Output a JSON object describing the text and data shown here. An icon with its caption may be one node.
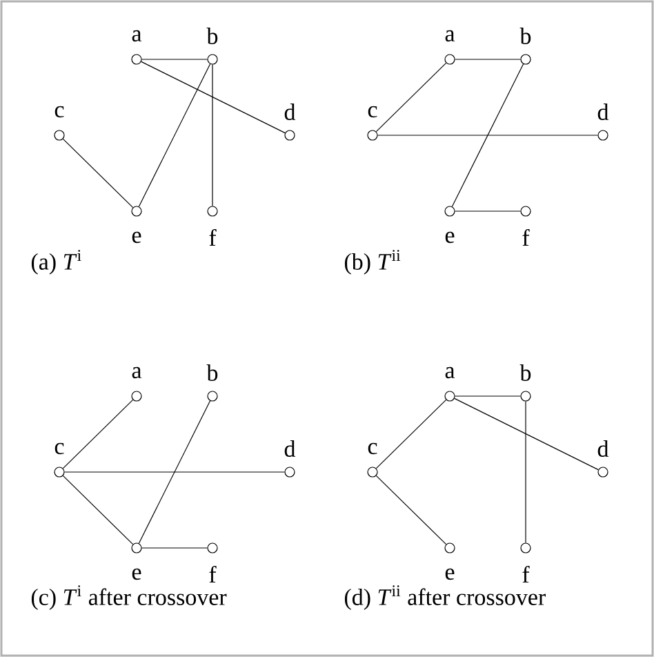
{
  "diagram": {
    "nodes": [
      {
        "text": [
          "a"
        ]
      },
      {
        "text": [
          "b"
        ]
      },
      {
        "text": [
          "c"
        ]
      },
      {
        "text": [
          "d"
        ]
      },
      {
        "text": [
          "e"
        ]
      },
      {
        "text": [
          "f"
        ]
      },
      {
        "text": [
          "a"
        ]
      },
      {
        "text": [
          "b"
        ]
      },
      {
        "text": [
          "c"
        ]
      },
      {
        "text": [
          "d"
        ]
      },
      {
        "text": [
          "e"
        ]
      },
      {
        "text": [
          "f"
        ]
      },
      {
        "text": [
          "a"
        ]
      },
      {
        "text": [
          "b"
        ]
      },
      {
        "text": [
          "c"
        ]
      },
      {
        "text": [
          "d"
        ]
      },
      {
        "text": [
          "e"
        ]
      },
      {
        "text": [
          "f"
        ]
      },
      {
        "text": [
          "a"
        ]
      },
      {
        "text": [
          "b"
        ]
      },
      {
        "text": [
          "c"
        ]
      },
      {
        "text": [
          "d"
        ]
      },
      {
        "text": [
          "e"
        ]
      },
      {
        "text": [
          "f"
        ]
      }
    ],
    "edges": [
      {
        "from": 0,
        "to": 1,
        "arrow": "none"
      },
      {
        "from": 0,
        "to": 3,
        "arrow": "none"
      },
      {
        "from": 1,
        "to": 4,
        "arrow": "none"
      },
      {
        "from": 1,
        "to": 5,
        "arrow": "none"
      },
      {
        "from": 2,
        "to": 4,
        "arrow": "none"
      },
      {
        "from": 6,
        "to": 7,
        "arrow": "none"
      },
      {
        "from": 6,
        "to": 8,
        "arrow": "none"
      },
      {
        "from": 8,
        "to": 9,
        "arrow": "none"
      },
      {
        "from": 7,
        "to": 10,
        "arrow": "none"
      },
      {
        "from": 10,
        "to": 11,
        "arrow": "none"
      },
      {
        "from": 12,
        "to": 14,
        "arrow": "none"
      },
      {
        "from": 14,
        "to": 15,
        "arrow": "none"
      },
      {
        "from": 14,
        "to": 16,
        "arrow": "none"
      },
      {
        "from": 13,
        "to": 16,
        "arrow": "none"
      },
      {
        "from": 16,
        "to": 17,
        "arrow": "none"
      },
      {
        "from": 18,
        "to": 19,
        "arrow": "none"
      },
      {
        "from": 18,
        "to": 20,
        "arrow": "none"
      },
      {
        "from": 18,
        "to": 21,
        "arrow": "none"
      },
      {
        "from": 19,
        "to": 23,
        "arrow": "none"
      },
      {
        "from": 20,
        "to": 22,
        "arrow": "none"
      }
    ],
    "labels": [
      "(a) *T*$^{i}$",
      "(b) *T*$^{ii}$",
      "(c) *T*$^{i}$ after crossover",
      "(d) *T*$^{ii}$ after crossover"
    ]
  }
}
